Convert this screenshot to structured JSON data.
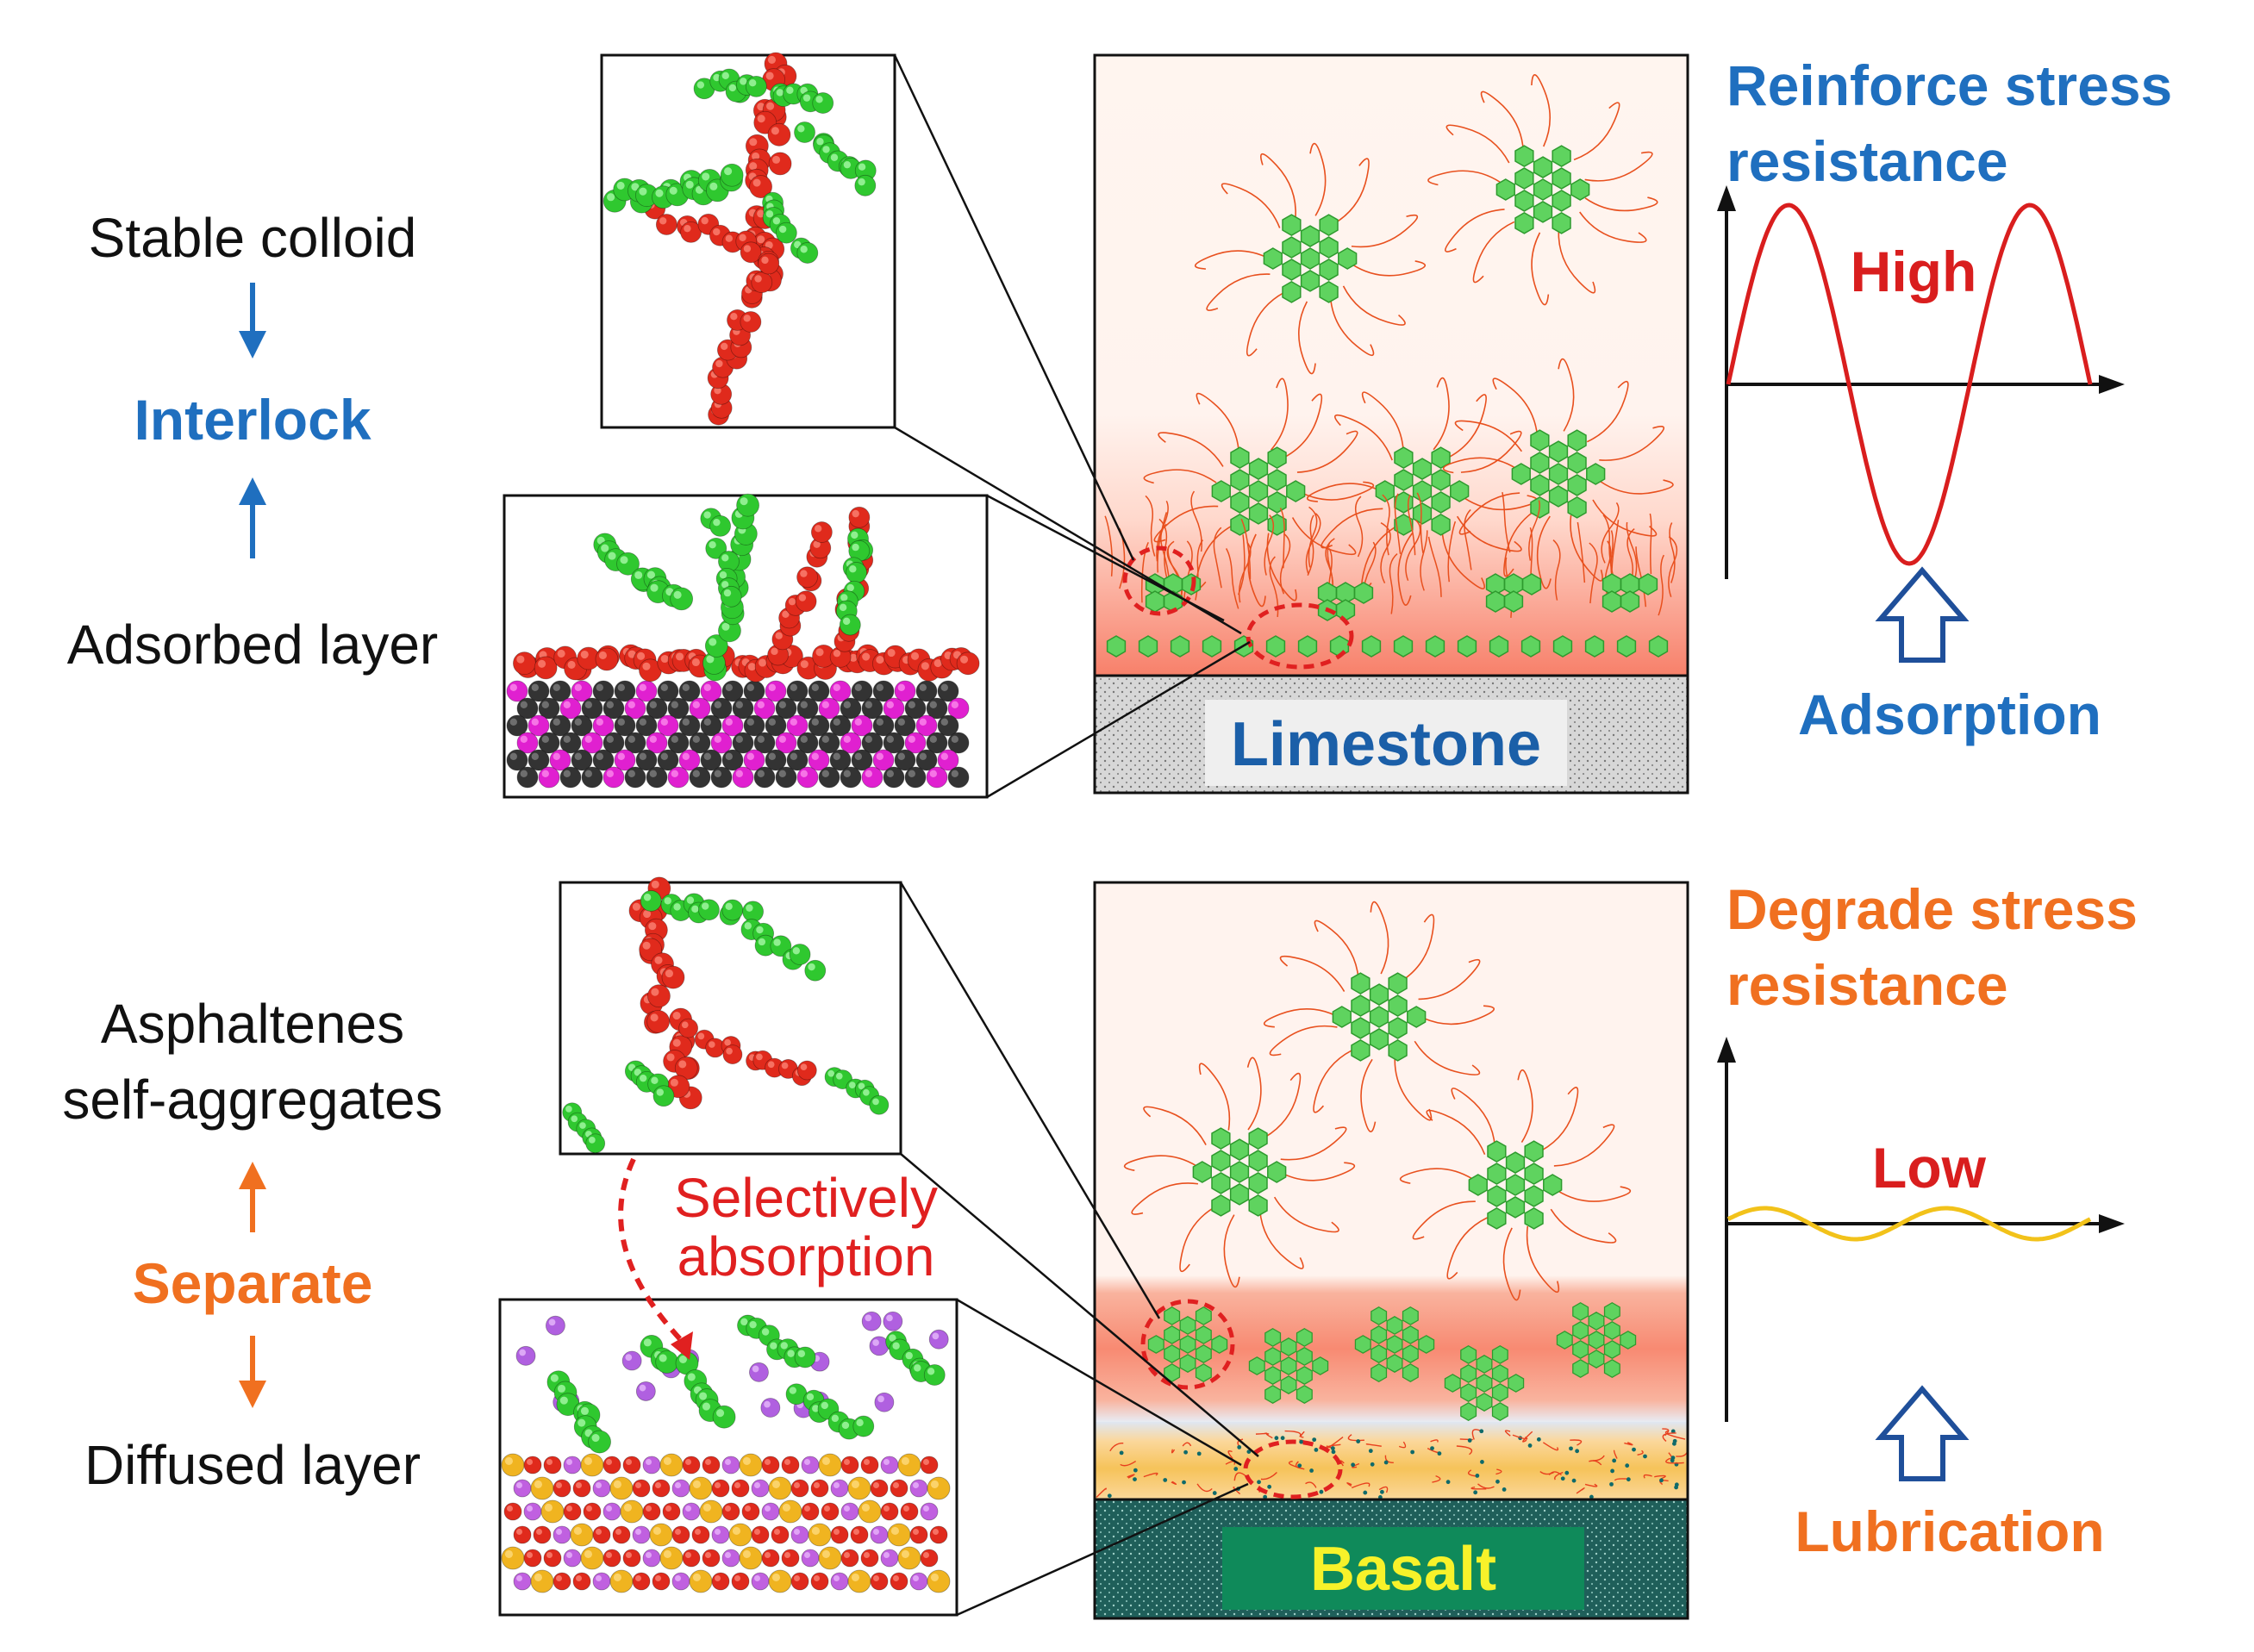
{
  "left_labels": {
    "stable_colloid": "Stable colloid",
    "interlock": "Interlock",
    "adsorbed_layer": "Adsorbed layer",
    "asphaltenes_1": "Asphaltenes",
    "asphaltenes_2": "self-aggregates",
    "separate": "Separate",
    "diffused_layer": "Diffused layer"
  },
  "middle_labels": {
    "selectively_1": "Selectively",
    "selectively_2": "absorption"
  },
  "substrates": {
    "top": "Limestone",
    "bottom": "Basalt"
  },
  "right_labels": {
    "top_title_1": "Reinforce stress",
    "top_title_2": "resistance",
    "top_level": "High",
    "top_mechanism": "Adsorption",
    "bottom_title_1": "Degrade stress",
    "bottom_title_2": "resistance",
    "bottom_level": "Low",
    "bottom_mechanism": "Lubrication"
  },
  "colors": {
    "blue": "#1f6fbf",
    "orange": "#f07020",
    "red": "#d91e1e",
    "asphaltene_green": "#3cc83c",
    "resin_red": "#e8301e",
    "basalt_teal": "#1f5f5a",
    "basalt_label_bg": "#0f8a5a"
  }
}
